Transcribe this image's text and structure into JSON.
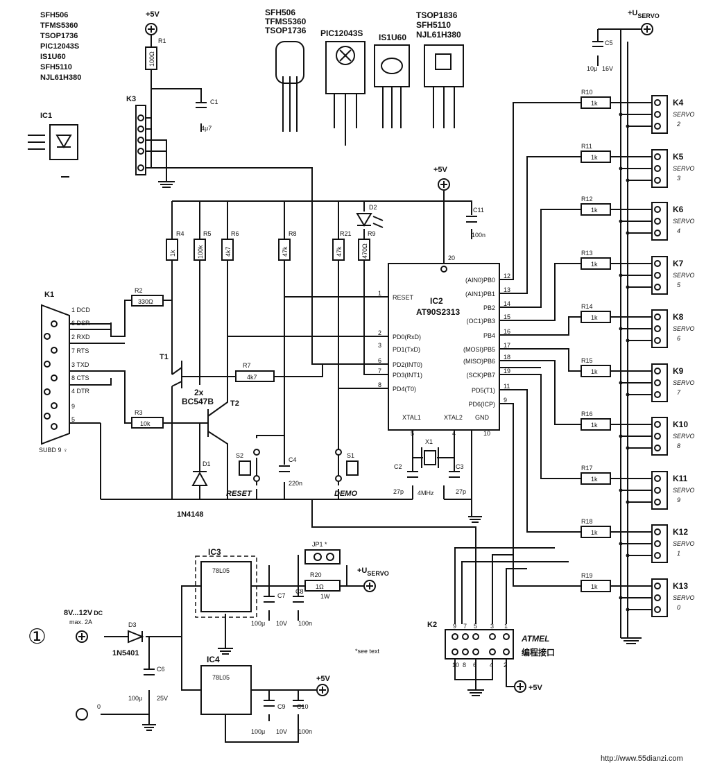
{
  "sensors": {
    "ic1_list": [
      "SFH506",
      "TFMS5360",
      "TSOP1736",
      "PIC12043S",
      "IS1U60",
      "SFH5110",
      "NJL61H380"
    ],
    "pkg1_list": [
      "SFH506",
      "TFMS5360",
      "TSOP1736"
    ],
    "pkg2": "PIC12043S",
    "pkg3": "IS1U60",
    "pkg4_list": [
      "TSOP1836",
      "SFH5110",
      "NJL61H380"
    ]
  },
  "rails": {
    "plus5v": "+5V",
    "uservo_main": "+U",
    "uservo_sub": "SERVO",
    "plus_u_servo": "+U"
  },
  "refs": {
    "ic1": "IC1",
    "ic2": "IC2",
    "ic3": "IC3",
    "ic4": "IC4",
    "k1": "K1",
    "k2": "K2",
    "k3": "K3",
    "t1": "T1",
    "t2": "T2",
    "d1": "D1",
    "d2": "D2",
    "d3": "D3",
    "jp1": "JP1 *",
    "x1": "X1",
    "s1": "S1",
    "s2": "S2"
  },
  "ic2": {
    "part": "AT90S2313",
    "pins_left": [
      "RESET",
      "PD0(RxD)",
      "PD1(TxD)",
      "PD2(INT0)",
      "PD3(INT1)",
      "PD4(T0)"
    ],
    "pins_right": [
      "(AIN0)PB0",
      "(AIN1)PB1",
      "PB2",
      "(OC1)PB3",
      "PB4",
      "(MOSI)PB5",
      "(MISO)PB6",
      "(SCK)PB7",
      "PD5(T1)",
      "PD6(ICP)"
    ],
    "pins_bottom": [
      "XTAL1",
      "XTAL2",
      "GND"
    ],
    "num_left": [
      "1",
      "2",
      "3",
      "6",
      "7",
      "8"
    ],
    "num_right": [
      "12",
      "13",
      "14",
      "15",
      "16",
      "17",
      "18",
      "19",
      "11",
      "9"
    ],
    "num_top": "20",
    "num_bottom": [
      "5",
      "4",
      "10"
    ]
  },
  "resistors": {
    "r1": [
      "R1",
      "100Ω"
    ],
    "r2": [
      "R2",
      "330Ω"
    ],
    "r3": [
      "R3",
      "10k"
    ],
    "r4": [
      "R4",
      "1k"
    ],
    "r5": [
      "R5",
      "100k"
    ],
    "r6": [
      "R6",
      "4k7"
    ],
    "r7": [
      "R7",
      "4k7"
    ],
    "r8": [
      "R8",
      "47k"
    ],
    "r21": [
      "R21",
      "47k"
    ],
    "r9": [
      "R9",
      "470Ω"
    ],
    "r20": [
      "R20",
      "1Ω"
    ]
  },
  "r20_power": "1W",
  "caps": {
    "c1": [
      "C1",
      "4μ7"
    ],
    "c2": [
      "C2",
      "27p"
    ],
    "c3": [
      "C3",
      "27p"
    ],
    "c4": [
      "C4",
      "220n"
    ],
    "c5": [
      "C5",
      "10μ",
      "16V"
    ],
    "c6": [
      "C6",
      "100μ",
      "25V"
    ],
    "c7": [
      "C7",
      "100μ",
      "10V"
    ],
    "c8": [
      "C8",
      "100n"
    ],
    "c9": [
      "C9",
      "100μ",
      "10V"
    ],
    "c10": [
      "C10",
      "100n"
    ],
    "c11": [
      "C11",
      "100n"
    ]
  },
  "x1_freq": "4MHz",
  "t_pair": [
    "2x",
    "BC547B"
  ],
  "d1_part": "1N4148",
  "d3_part": "1N5401",
  "ic3_part": "78L05",
  "ic4_part": "78L05",
  "k1_pins": [
    "1 DCD",
    "6 DSR",
    "2 RXD",
    "7 RTS",
    "3 TXD",
    "8 CTS",
    "4 DTR",
    "9",
    "5"
  ],
  "k1_name": "SUBD 9 ♀",
  "s2_label": "RESET",
  "s1_label": "DEMO",
  "servo_rows": [
    {
      "r": "R10",
      "v": "1k",
      "k": "K4",
      "s": "2"
    },
    {
      "r": "R11",
      "v": "1k",
      "k": "K5",
      "s": "3"
    },
    {
      "r": "R12",
      "v": "1k",
      "k": "K6",
      "s": "4"
    },
    {
      "r": "R13",
      "v": "1k",
      "k": "K7",
      "s": "5"
    },
    {
      "r": "R14",
      "v": "1k",
      "k": "K8",
      "s": "6"
    },
    {
      "r": "R15",
      "v": "1k",
      "k": "K9",
      "s": "7"
    },
    {
      "r": "R16",
      "v": "1k",
      "k": "K10",
      "s": "8"
    },
    {
      "r": "R17",
      "v": "1k",
      "k": "K11",
      "s": "9"
    },
    {
      "r": "R18",
      "v": "1k",
      "k": "K12",
      "s": "1"
    },
    {
      "r": "R19",
      "v": "1k",
      "k": "K13",
      "s": "0"
    }
  ],
  "servo_word": "SERVO",
  "supply": {
    "input": "8V...12V",
    "input_dc": "DC",
    "max": "max. 2A",
    "circled": "①",
    "zero": "0"
  },
  "k2": {
    "title": "ATMEL",
    "subtitle": "编程接口",
    "top_pins": [
      "9",
      "7",
      "5",
      "3",
      "1"
    ],
    "bottom_pins": [
      "10",
      "8",
      "6",
      "4",
      "2"
    ]
  },
  "note": "*see text",
  "watermark": "http://www.55dianzi.com"
}
